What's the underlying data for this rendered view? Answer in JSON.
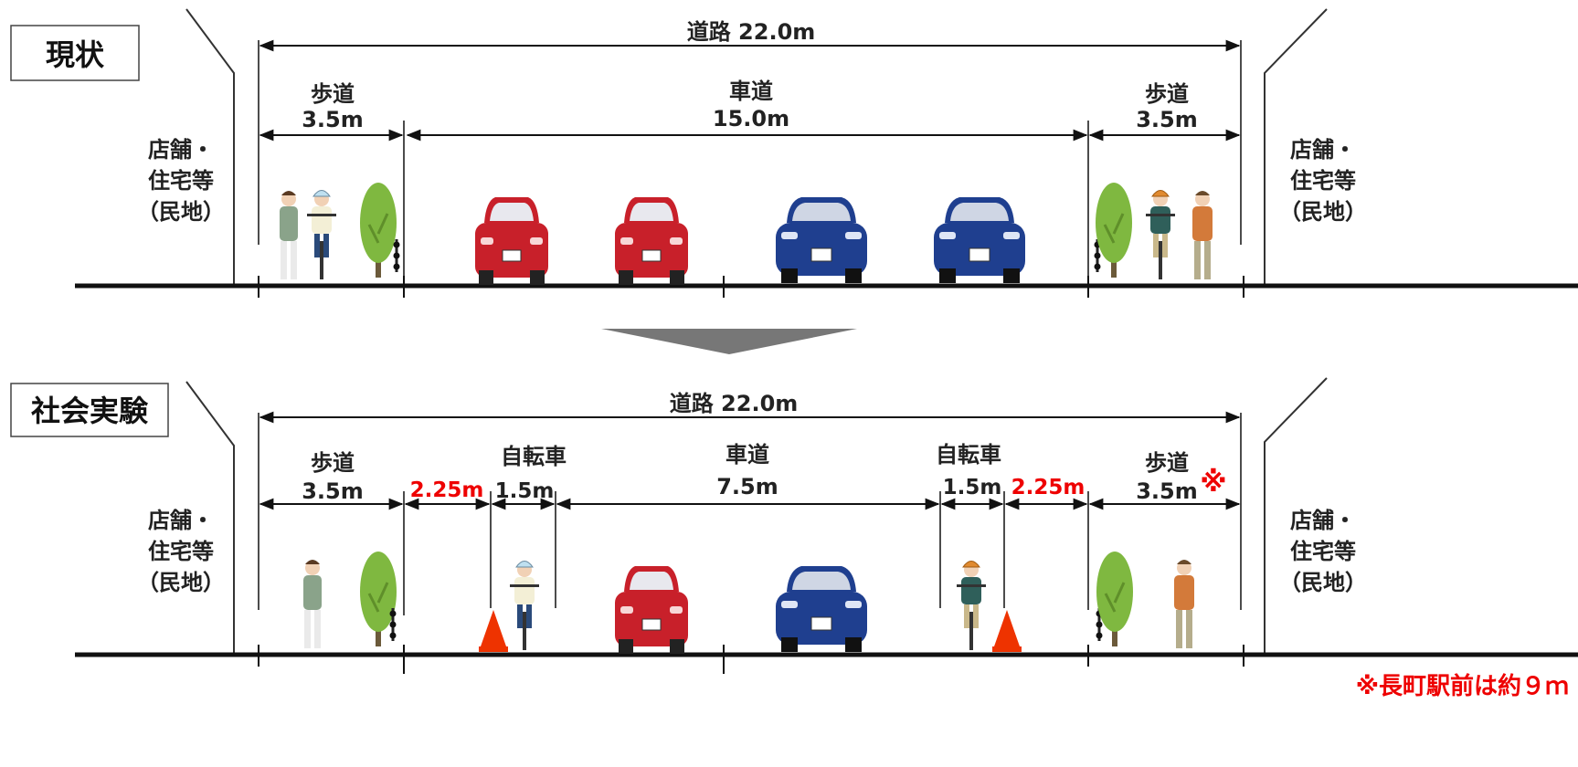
{
  "top": {
    "stage_label": "現状",
    "road_total": "道路 22.0m",
    "left_sidewalk": {
      "name": "歩道",
      "width": "3.5m"
    },
    "carriageway": {
      "name": "車道",
      "width": "15.0m"
    },
    "right_sidewalk": {
      "name": "歩道",
      "width": "3.5m"
    },
    "left_property": [
      "店舗・",
      "住宅等",
      "（民地）"
    ],
    "right_property": [
      "店舗・",
      "住宅等",
      "（民地）"
    ]
  },
  "bottom": {
    "stage_label": "社会実験",
    "road_total": "道路 22.0m",
    "left_sidewalk": {
      "name": "歩道",
      "width": "3.5m"
    },
    "left_buffer": "2.25m",
    "left_bike": {
      "name": "自転車",
      "width": "1.5m"
    },
    "carriageway": {
      "name": "車道",
      "width": "7.5m"
    },
    "right_bike": {
      "name": "自転車",
      "width": "1.5m"
    },
    "right_buffer": "2.25m",
    "right_sidewalk": {
      "name": "歩道",
      "width": "3.5m",
      "mark": "※"
    },
    "left_property": [
      "店舗・",
      "住宅等",
      "（民地）"
    ],
    "right_property": [
      "店舗・",
      "住宅等",
      "（民地）"
    ],
    "footnote": "※長町駅前は約９ｍ"
  },
  "colors": {
    "red_car": "#c8202a",
    "blue_car": "#1f3f8f",
    "tree": "#7fb840",
    "cone": "#ee3300",
    "highlight": "#ee0000",
    "arrow": "#777777"
  }
}
